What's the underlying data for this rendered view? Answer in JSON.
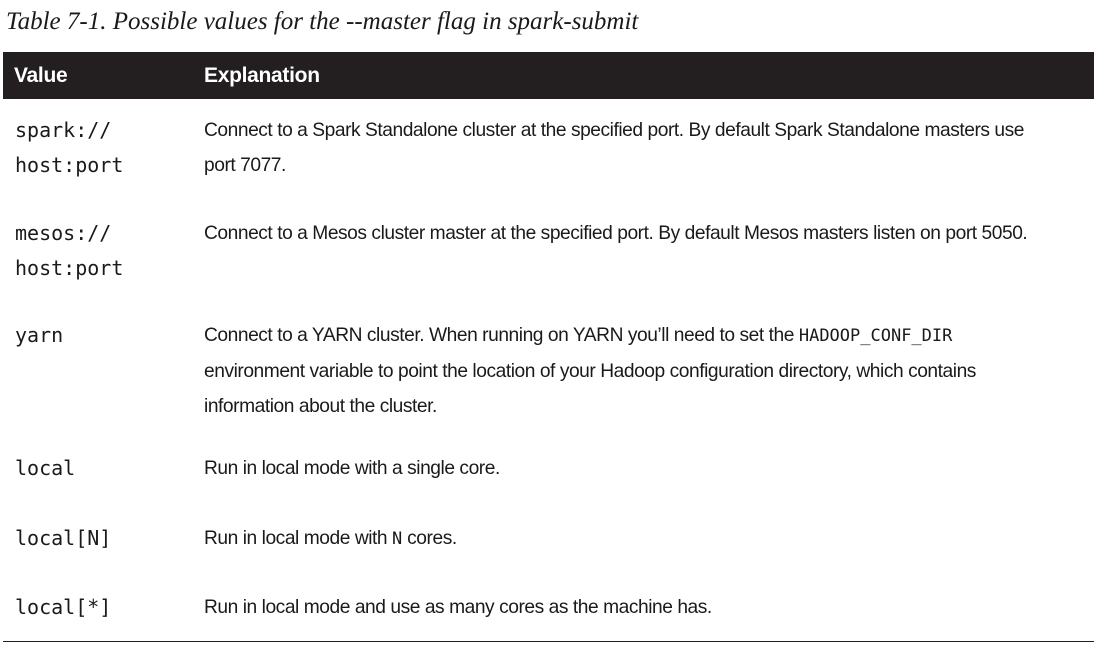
{
  "caption": "Table 7-1. Possible values for the --master flag in spark-submit",
  "table": {
    "headers": {
      "value": "Value",
      "explanation": "Explanation"
    },
    "rows": [
      {
        "value_line1": "spark://",
        "value_line2": "host:port",
        "expl_line1": "Connect to a Spark Standalone cluster at the specified port. By default Spark Standalone masters use",
        "expl_line2": "port 7077."
      },
      {
        "value_line1": "mesos://",
        "value_line2": "host:port",
        "expl_line1": "Connect to a Mesos cluster master at the specified port. By default Mesos masters listen on port 5050."
      },
      {
        "value_line1": "yarn",
        "expl_line1_a": "Connect to a YARN cluster. When running on YARN you’ll need to set the ",
        "expl_line1_code": "HADOOP_CONF_DIR",
        "expl_line2": "environment variable to point the location of your Hadoop configuration directory, which contains",
        "expl_line3": "information about the cluster."
      },
      {
        "value_line1": "local",
        "expl_line1": "Run in local mode with a single core."
      },
      {
        "value_line1": "local[N]",
        "expl_a": "Run in local mode with ",
        "expl_code": "N",
        "expl_b": " cores."
      },
      {
        "value_line1": "local[*]",
        "expl_line1": "Run in local mode and use as many cores as the machine has."
      }
    ]
  }
}
